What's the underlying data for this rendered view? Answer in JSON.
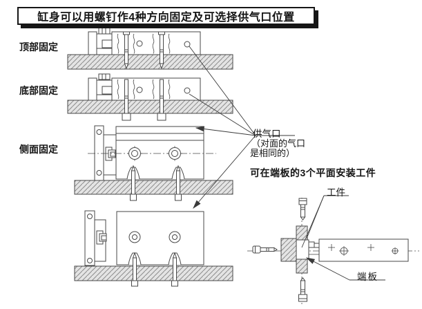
{
  "title": "缸身可以用螺钉作4种方向固定及可选择供气口位置",
  "mount_labels": {
    "top": "顶部固定",
    "bottom": "底部固定",
    "side": "侧面固定"
  },
  "annotations": {
    "air_port": "供气口",
    "air_port_note_line1": "（对面的气口",
    "air_port_note_line2": "是相同的）",
    "endplate_faces_note": "可在端板的3个平面安装工件",
    "workpiece": "工件",
    "end_plate": "端板"
  },
  "colors": {
    "background": "#ffffff",
    "line": "#474747",
    "leader": "#3a3a3a",
    "hatch_fill": "#e4e4e4",
    "hatch_line": "#8c8c8c",
    "text": "#141414"
  }
}
